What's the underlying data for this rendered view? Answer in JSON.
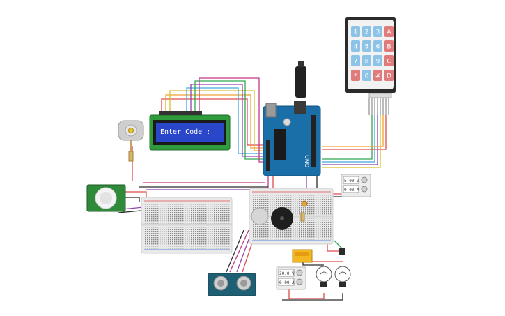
{
  "lcd": {
    "text": "Enter Code :"
  },
  "keypad": {
    "keys": [
      [
        "1",
        "2",
        "3",
        "A"
      ],
      [
        "4",
        "5",
        "6",
        "B"
      ],
      [
        "7",
        "8",
        "9",
        "C"
      ],
      [
        "*",
        "0",
        "#",
        "D"
      ]
    ]
  },
  "arduino": {
    "label": "UNO"
  },
  "power_supply_top": {
    "voltage": "5.00 V",
    "current": "0.00 A"
  },
  "power_supply_bottom": {
    "voltage": "20.0 V",
    "current": "0.00 A"
  },
  "colors": {
    "board_blue": "#1b6fa8",
    "lcd_green": "#2e9b3c",
    "lcd_screen": "#2a47c9",
    "keypad_body": "#2b2b2b",
    "key_blue": "#8cc3e6",
    "key_red": "#e07b7b",
    "breadboard": "#e9e9e9",
    "sensor_teal": "#1f5f73",
    "pir_green": "#2f8a3a"
  }
}
